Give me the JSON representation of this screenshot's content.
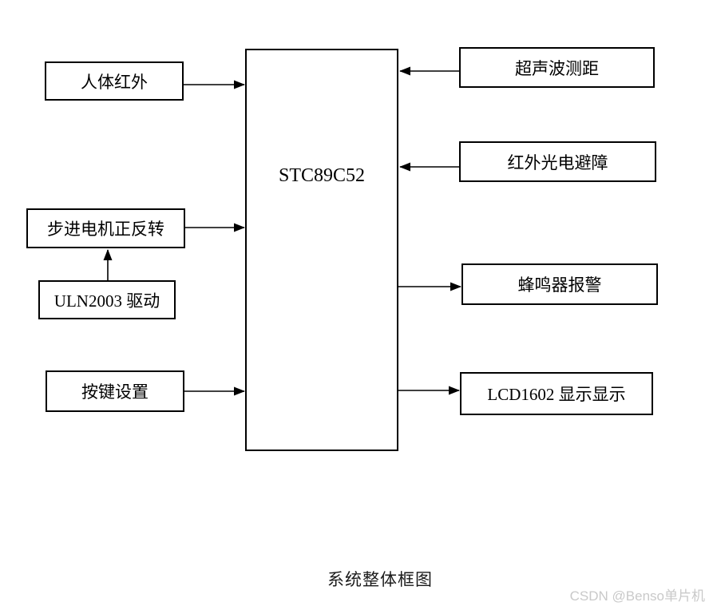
{
  "diagram": {
    "center_block": {
      "label": "STC89C52"
    },
    "left_blocks": [
      {
        "label": "人体红外"
      },
      {
        "label": "步进电机正反转"
      },
      {
        "label": "ULN2003 驱动"
      },
      {
        "label": "按键设置"
      }
    ],
    "right_blocks": [
      {
        "label": "超声波测距"
      },
      {
        "label": "红外光电避障"
      },
      {
        "label": "蜂鸣器报警"
      },
      {
        "label": "LCD1602 显示显示"
      }
    ],
    "caption": "系统整体框图",
    "watermark": "CSDN @Benso单片机",
    "connections": [
      {
        "from": "人体红外",
        "to": "STC89C52"
      },
      {
        "from": "超声波测距",
        "to": "STC89C52"
      },
      {
        "from": "红外光电避障",
        "to": "STC89C52"
      },
      {
        "from": "步进电机正反转",
        "to": "STC89C52"
      },
      {
        "from": "ULN2003 驱动",
        "to": "步进电机正反转"
      },
      {
        "from": "STC89C52",
        "to": "蜂鸣器报警"
      },
      {
        "from": "按键设置",
        "to": "STC89C52"
      },
      {
        "from": "STC89C52",
        "to": "LCD1602 显示显示"
      }
    ],
    "colors": {
      "line": "#000000",
      "background": "#ffffff",
      "watermark": "#c9c9c9"
    }
  }
}
